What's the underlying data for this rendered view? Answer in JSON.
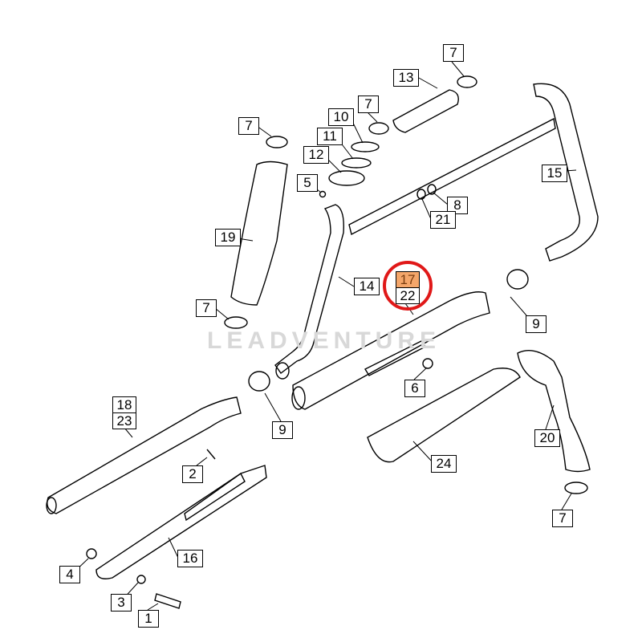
{
  "watermark": "LEADVENTURE",
  "highlight_color": "#f4a66a",
  "ring_color": "#e01818",
  "callouts": {
    "c7a": "7",
    "c13": "13",
    "c7b": "7",
    "c10": "10",
    "c11": "11",
    "c12": "12",
    "c7c": "7",
    "c5": "5",
    "c15": "15",
    "c8": "8",
    "c21": "21",
    "c19": "19",
    "c14": "14",
    "c17": "17",
    "c22": "22",
    "c7d": "7",
    "c9a": "9",
    "c6": "6",
    "c18": "18",
    "c23": "23",
    "c9b": "9",
    "c20": "20",
    "c24": "24",
    "c2": "2",
    "c7e": "7",
    "c16": "16",
    "c4": "4",
    "c3": "3",
    "c1": "1"
  }
}
